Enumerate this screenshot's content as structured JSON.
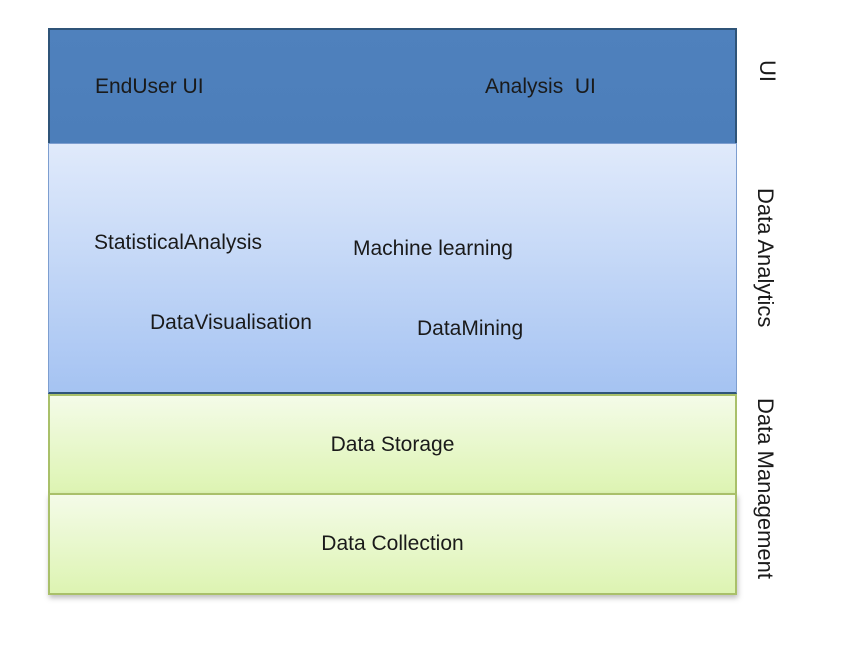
{
  "diagram": {
    "type": "layered-architecture",
    "layers": [
      {
        "name": "ui-layer",
        "side_label": "UI",
        "items": [
          "EndUser UI",
          "Analysis  UI"
        ]
      },
      {
        "name": "data-analytics-layer",
        "side_label": "Data Analytics",
        "items": [
          "StatisticalAnalysis",
          "Machine learning",
          "DataVisualisation",
          "DataMining"
        ]
      },
      {
        "name": "data-management-layer",
        "side_label": "Data Management",
        "sub_layers": [
          "Data Storage",
          "Data Collection"
        ]
      }
    ],
    "colors": {
      "ui_fill": "#4F81BD",
      "ui_border": "#2F5478",
      "analytics_gradient_top": "#E0EAFB",
      "analytics_gradient_bottom": "#A5C3F2",
      "green_gradient_top": "#F4FBE8",
      "green_gradient_bottom": "#DDF4B2",
      "green_border": "#A9C06A",
      "text": "#1A1A1A"
    }
  }
}
